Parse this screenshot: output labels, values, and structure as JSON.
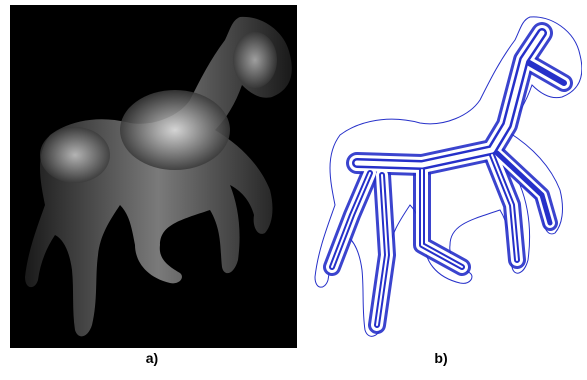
{
  "figure": {
    "panels": [
      {
        "label": "a)",
        "content": "distance-transform-image",
        "colors": {
          "background": "#000000",
          "shape_dark": "#1a1a1a",
          "shape_bright": "#f2f2f2"
        }
      },
      {
        "label": "b)",
        "content": "skeleton-offset-contours",
        "colors": {
          "background": "#ffffff",
          "contour": "#2630c9"
        }
      }
    ]
  }
}
